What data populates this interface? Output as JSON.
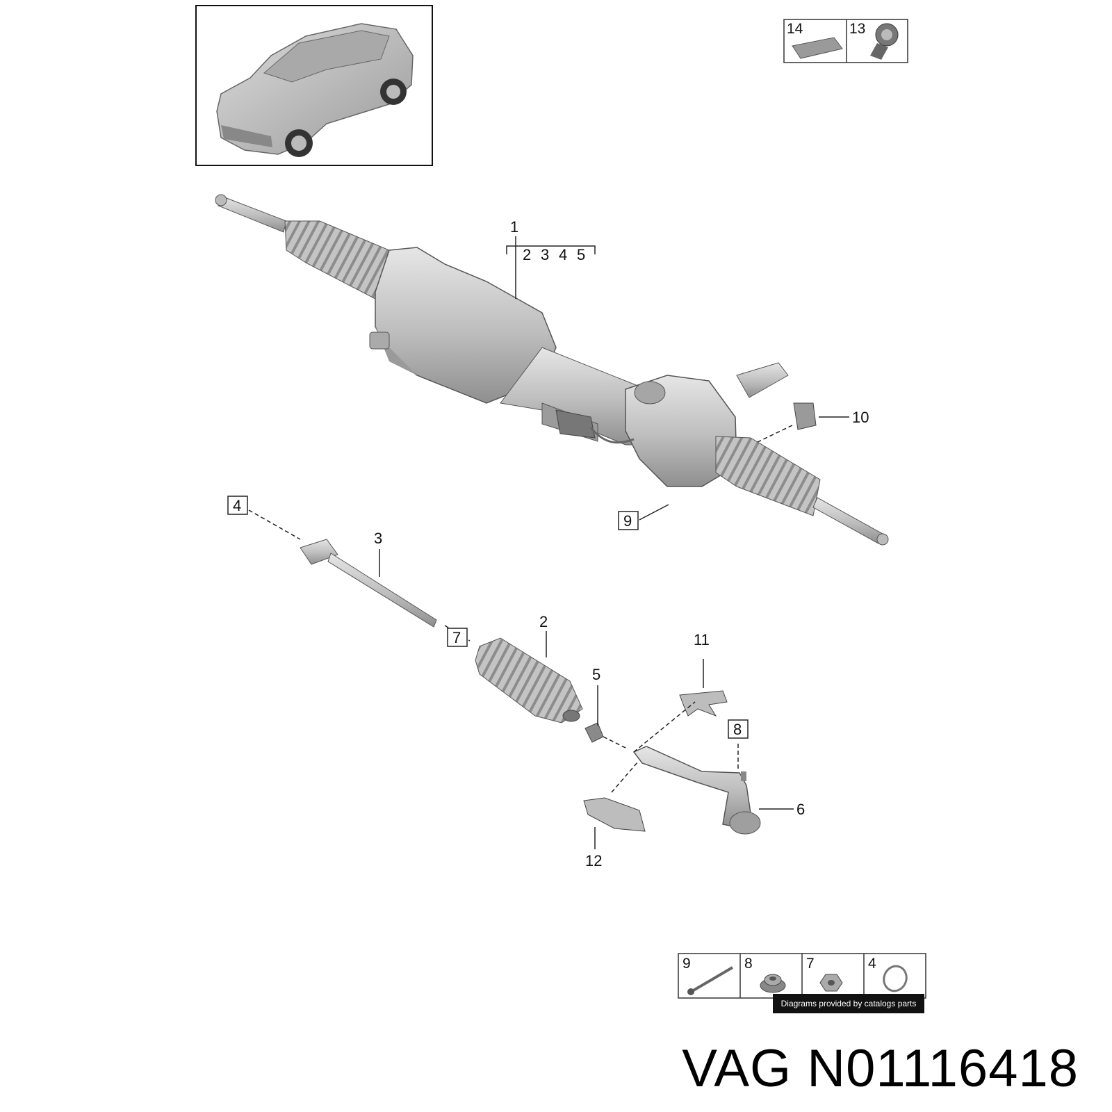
{
  "diagram": {
    "callouts": {
      "c1": "1",
      "c1_sub": [
        "2",
        "3",
        "4",
        "5"
      ],
      "c2": "2",
      "c3": "3",
      "c4": "4",
      "c5": "5",
      "c6": "6",
      "c7": "7",
      "c8": "8",
      "c9": "9",
      "c10": "10",
      "c11": "11",
      "c12": "12"
    },
    "top_kit": {
      "left": "14",
      "right": "13"
    },
    "bottom_kit": [
      "9",
      "8",
      "7",
      "4"
    ]
  },
  "credit": "Diagrams provided by catalogs parts",
  "part_number": "VAG N01116418",
  "colors": {
    "part_fill": "#c6c6c6",
    "part_dark": "#8e8e8e",
    "outline": "#3a3a3a",
    "credit_bg": "#111111"
  }
}
